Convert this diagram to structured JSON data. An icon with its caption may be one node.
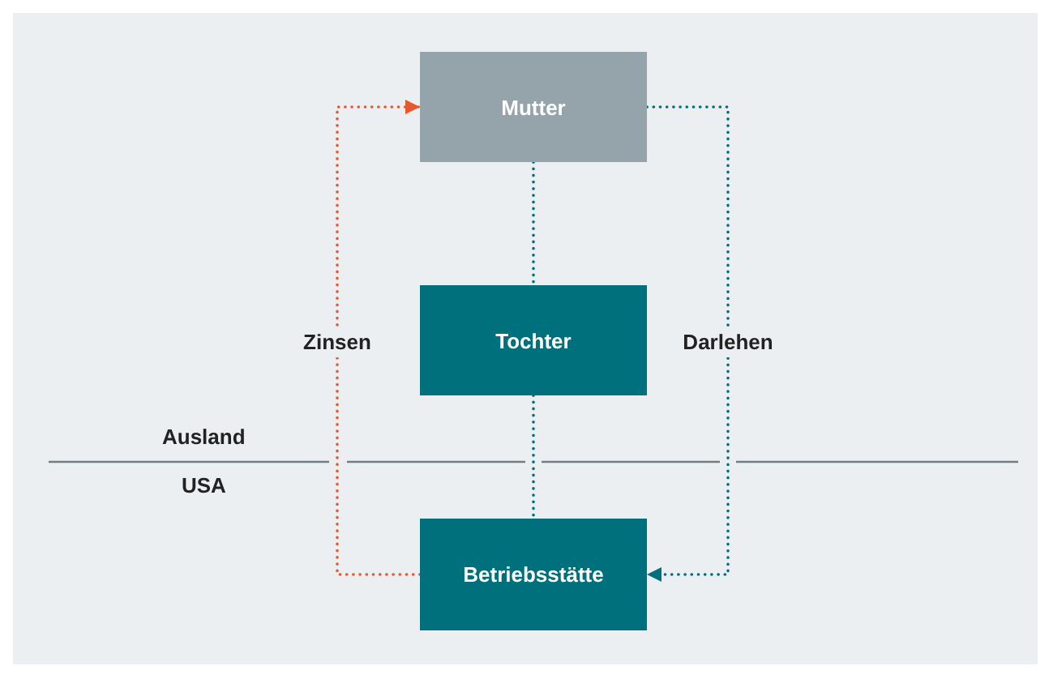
{
  "diagram": {
    "nodes": [
      {
        "text": [
          "Mutter"
        ]
      },
      {
        "text": [
          "Tochter"
        ]
      },
      {
        "text": [
          "Betriebsstätte"
        ]
      }
    ],
    "edges": [
      {
        "from": 2,
        "to": 0,
        "arrow": "to",
        "label": "Zinsen",
        "style": "dashed",
        "color": "#e8582d"
      },
      {
        "from": 0,
        "to": 2,
        "arrow": "to",
        "label": "Darlehen",
        "style": "dashed"
      },
      {
        "from": 0,
        "to": 1,
        "arrow": "none",
        "style": "dashed"
      },
      {
        "from": 1,
        "to": 2,
        "arrow": "none",
        "style": "dashed"
      }
    ],
    "labels": [
      "Ausland",
      "USA"
    ]
  }
}
